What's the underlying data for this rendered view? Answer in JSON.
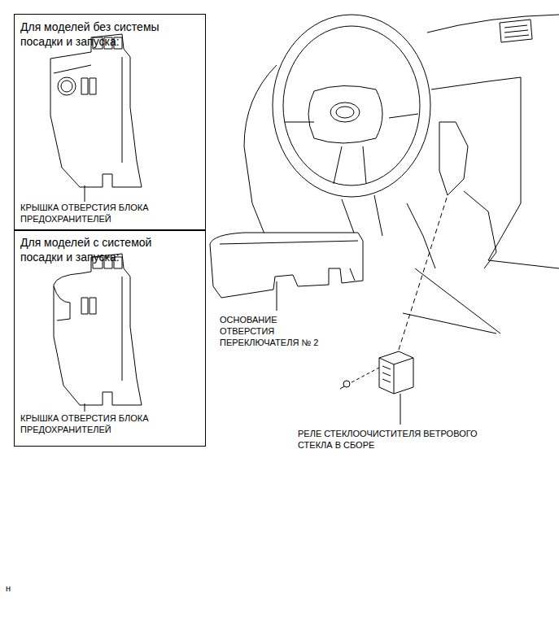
{
  "diagram": {
    "nodes": [
      {
        "text": [
          "Для моделей без системы посадки и запуска:",
          "КРЫШКА ОТВЕРСТИЯ БЛОКА ПРЕДОХРАНИТЕЛЕЙ"
        ]
      },
      {
        "text": [
          "Для моделей с системой посадки и запуска:",
          "КРЫШКА ОТВЕРСТИЯ БЛОКА ПРЕДОХРАНИТЕЛЕЙ"
        ]
      }
    ],
    "edges": [],
    "labels": [
      "ОСНОВАНИЕ ОТВЕРСТИЯ ПЕРЕКЛЮЧАТЕЛЯ № 2",
      "РЕЛЕ СТЕКЛООЧИСТИТЕЛЯ ВЕТРОВОГО СТЕКЛА В СБОРЕ",
      "н"
    ]
  }
}
